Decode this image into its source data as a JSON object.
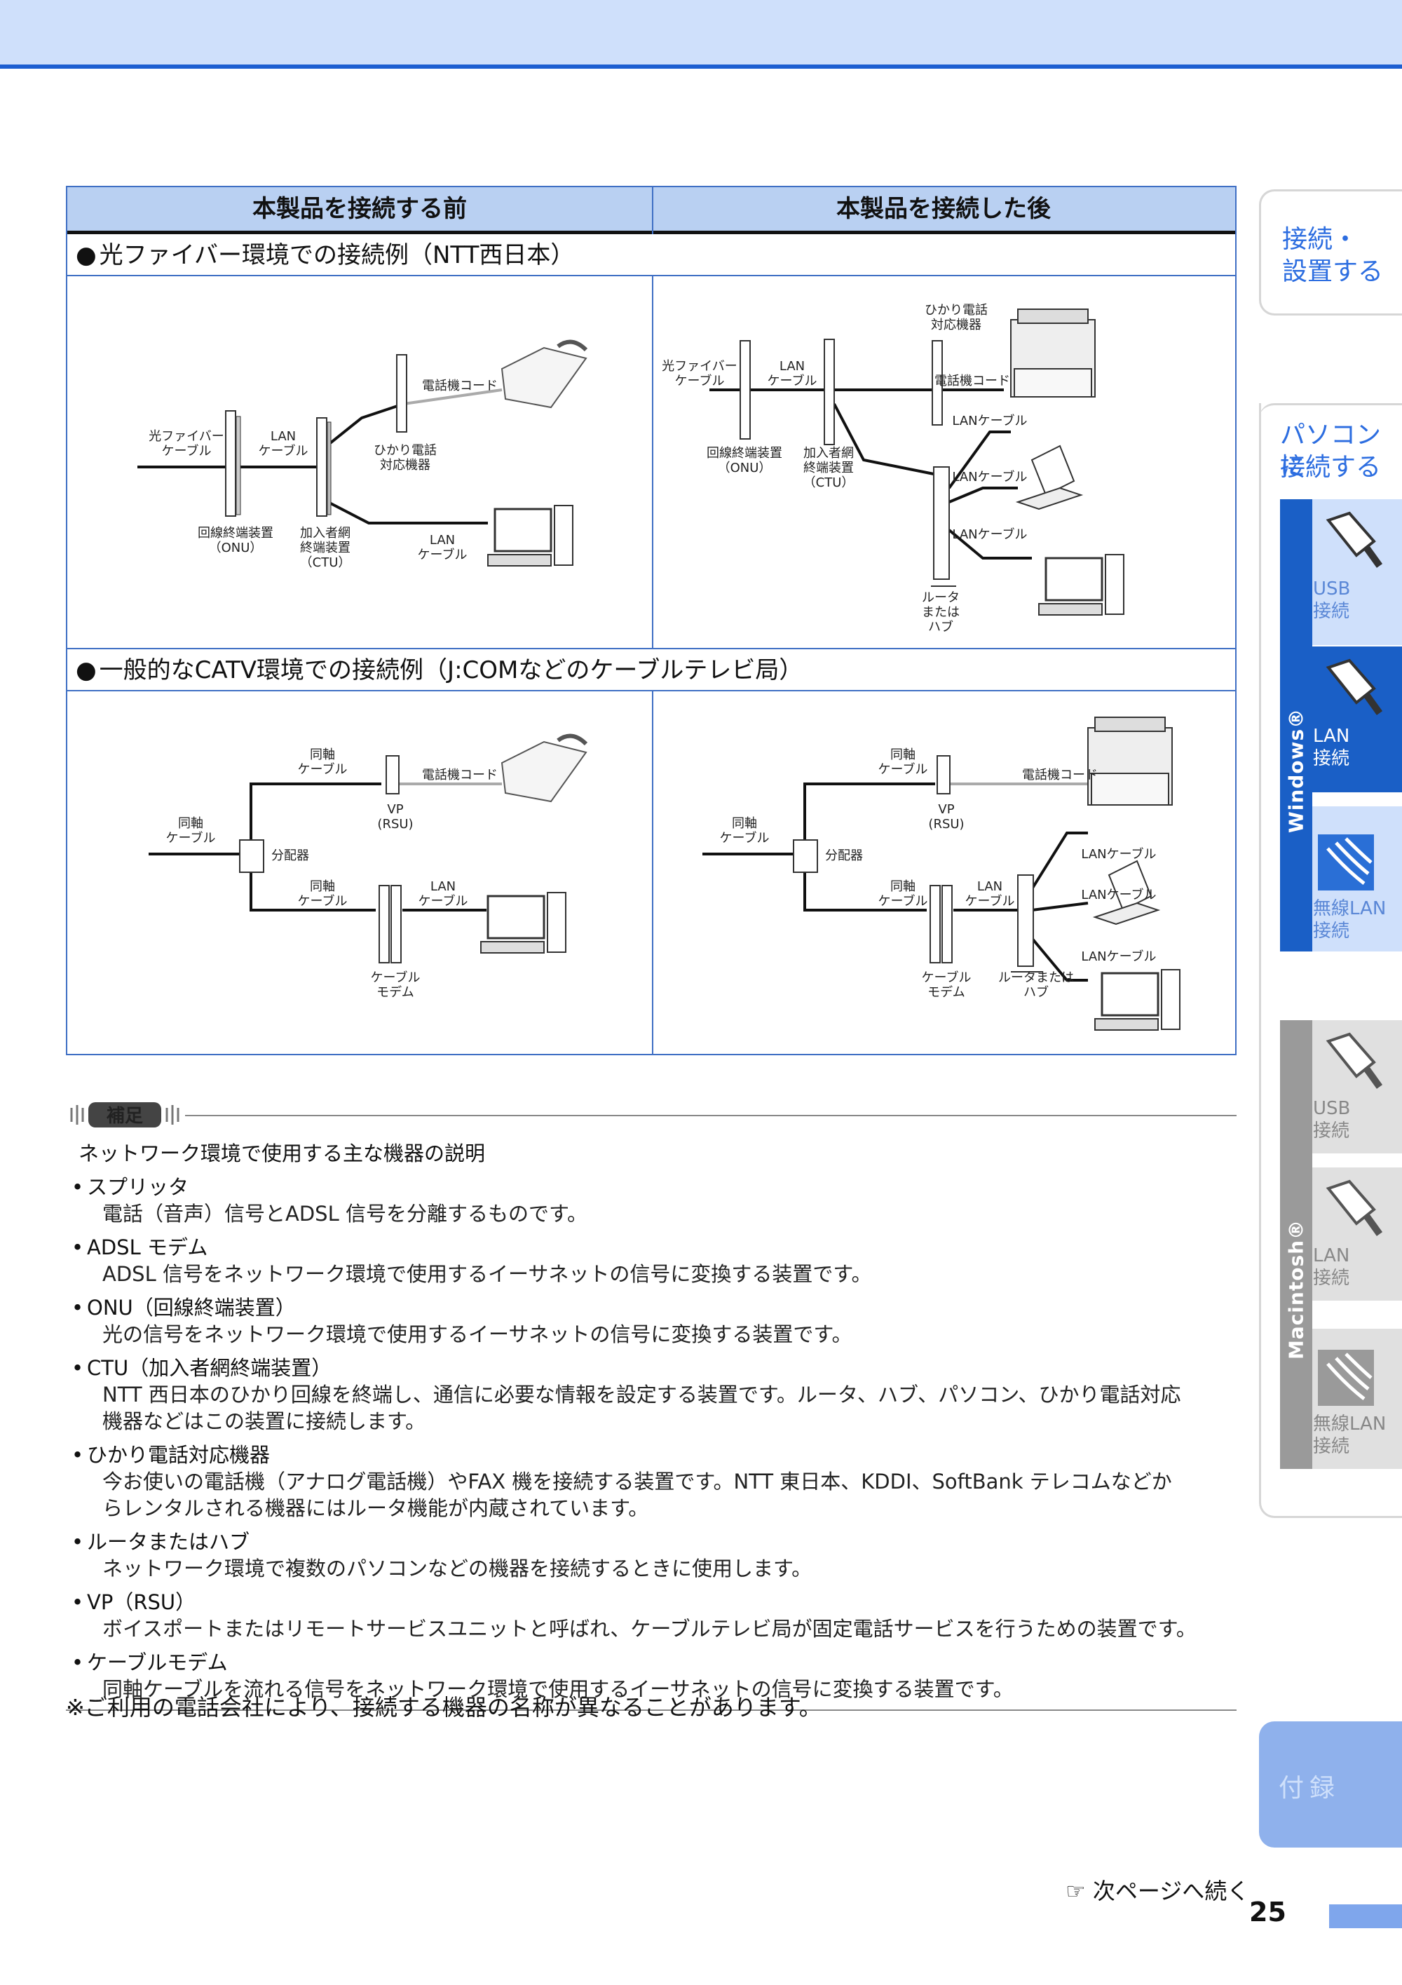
{
  "table": {
    "col_before": "本製品を接続する前",
    "col_after": "本製品を接続した後",
    "section1_title": "光ファイバー環境での接続例（NTT西日本）",
    "section2_title": "一般的なCATV環境での接続例（J:COMなどのケーブルテレビ局）",
    "bullet": "●"
  },
  "diagram1_before": {
    "fiber_cable": [
      "光ファイバー",
      "ケーブル"
    ],
    "lan_cable": [
      "LAN",
      "ケーブル"
    ],
    "onu": [
      "回線終端装置",
      "（ONU）"
    ],
    "ctu": [
      "加入者網",
      "終端装置",
      "（CTU）"
    ],
    "phone_cord": "電話機コード",
    "hikari_device": [
      "ひかり電話",
      "対応機器"
    ],
    "lan_cable2": [
      "LAN",
      "ケーブル"
    ]
  },
  "diagram1_after": {
    "hikari_device": [
      "ひかり電話",
      "対応機器"
    ],
    "fiber_cable": [
      "光ファイバー",
      "ケーブル"
    ],
    "lan_cable": [
      "LAN",
      "ケーブル"
    ],
    "phone_cord": "電話機コード",
    "onu": [
      "回線終端装置",
      "（ONU）"
    ],
    "ctu": [
      "加入者網",
      "終端装置",
      "（CTU）"
    ],
    "lan1": "LANケーブル",
    "lan2": "LANケーブル",
    "lan3": "LANケーブル",
    "router": [
      "ルータ",
      "または",
      "ハブ"
    ]
  },
  "diagram2_before": {
    "coax_top": [
      "同軸",
      "ケーブル"
    ],
    "coax_left": [
      "同軸",
      "ケーブル"
    ],
    "splitter": "分配器",
    "phone_cord": "電話機コード",
    "vp": [
      "VP",
      "(RSU)"
    ],
    "coax_bottom": [
      "同軸",
      "ケーブル"
    ],
    "lan_cable": [
      "LAN",
      "ケーブル"
    ],
    "modem": [
      "ケーブル",
      "モデム"
    ]
  },
  "diagram2_after": {
    "coax_top": [
      "同軸",
      "ケーブル"
    ],
    "coax_left": [
      "同軸",
      "ケーブル"
    ],
    "splitter": "分配器",
    "phone_cord": "電話機コード",
    "vp": [
      "VP",
      "(RSU)"
    ],
    "coax_bottom": [
      "同軸",
      "ケーブル"
    ],
    "lan_cable": [
      "LAN",
      "ケーブル"
    ],
    "lan1": "LANケーブル",
    "lan2": "LANケーブル",
    "lan3": "LANケーブル",
    "modem": [
      "ケーブル",
      "モデム"
    ],
    "router": [
      "ルータまたは",
      "ハブ"
    ]
  },
  "note": {
    "badge": "補足",
    "intro": "ネットワーク環境で使用する主な機器の説明",
    "items": [
      {
        "title": "スプリッタ",
        "desc": [
          "電話（音声）信号とADSL 信号を分離するものです。"
        ]
      },
      {
        "title": "ADSL モデム",
        "desc": [
          "ADSL 信号をネットワーク環境で使用するイーサネットの信号に変換する装置です。"
        ]
      },
      {
        "title": "ONU（回線終端装置）",
        "desc": [
          "光の信号をネットワーク環境で使用するイーサネットの信号に変換する装置です。"
        ]
      },
      {
        "title": "CTU（加入者網終端装置）",
        "desc": [
          "NTT 西日本のひかり回線を終端し、通信に必要な情報を設定する装置です。ルータ、ハブ、パソコン、ひかり電話対応",
          "機器などはこの装置に接続します。"
        ]
      },
      {
        "title": "ひかり電話対応機器",
        "desc": [
          "今お使いの電話機（アナログ電話機）やFAX 機を接続する装置です。NTT 東日本、KDDI、SoftBank テレコムなどか",
          "らレンタルされる機器にはルータ機能が内蔵されています。"
        ]
      },
      {
        "title": "ルータまたはハブ",
        "desc": [
          "ネットワーク環境で複数のパソコンなどの機器を接続するときに使用します。"
        ]
      },
      {
        "title": "VP（RSU）",
        "desc": [
          "ボイスポートまたはリモートサービスユニットと呼ばれ、ケーブルテレビ局が固定電話サービスを行うための装置です。"
        ]
      },
      {
        "title": "ケーブルモデム",
        "desc": [
          "同軸ケーブルを流れる信号をネットワーク環境で使用するイーサネットの信号に変換する装置です。"
        ]
      }
    ]
  },
  "footnote": "※ご利用の電話会社により、接続する機器の名称が異なることがあります。",
  "sidebar": {
    "tab1": [
      "接続・",
      "設置する"
    ],
    "tab2": [
      "パソコンに",
      "接続する"
    ],
    "windows_label": "Windows®",
    "mac_label": "Macintosh®",
    "win_items": [
      {
        "label": [
          "USB",
          "接続"
        ]
      },
      {
        "label": [
          "LAN",
          "接続"
        ]
      },
      {
        "label": [
          "無線LAN",
          "接続"
        ]
      }
    ],
    "mac_items": [
      {
        "label": [
          "USB",
          "接続"
        ]
      },
      {
        "label": [
          "LAN",
          "接続"
        ]
      },
      {
        "label": [
          "無線LAN",
          "接続"
        ]
      }
    ],
    "appendix": "付録"
  },
  "footer": {
    "next_page": "☞ 次ページへ続く",
    "page_number": "25"
  },
  "colors": {
    "accent_blue": "#1d5fd1",
    "header_fill": "#b9d0f2",
    "top_band": "#cfe0fb",
    "windows_bar": "#1a5fc6",
    "mac_bar": "#9a9a9a"
  }
}
